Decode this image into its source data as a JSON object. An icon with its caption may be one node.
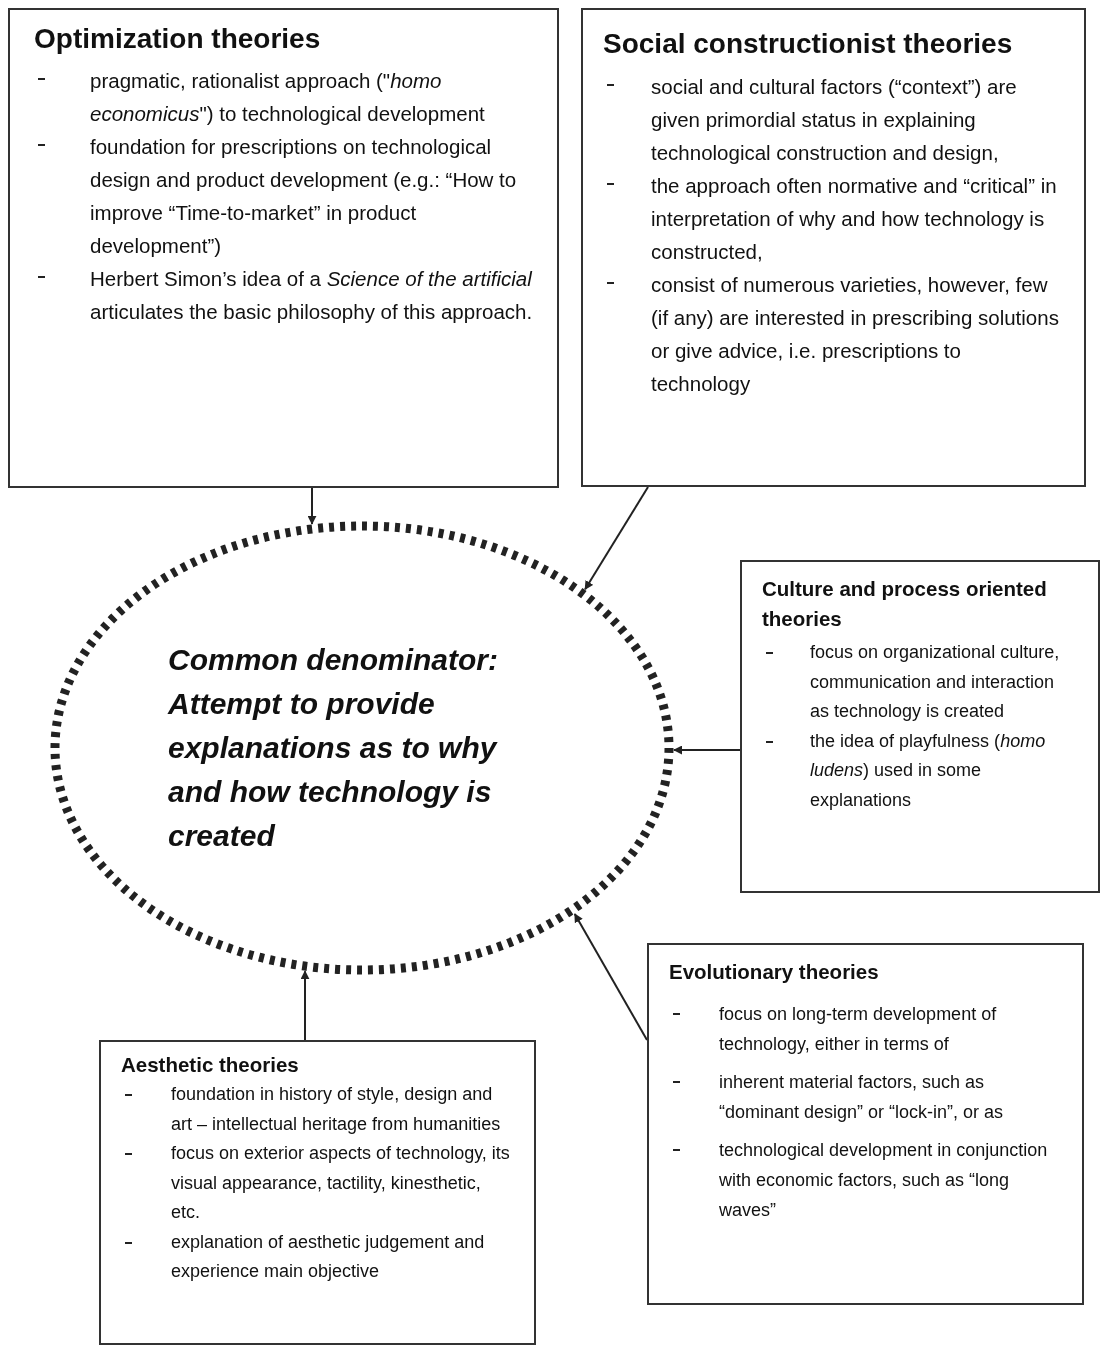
{
  "diagram": {
    "nodes": [
      {
        "text": [
          "Optimization theories",
          "pragmatic, rationalist approach (\"*homo economicus*\") to technological development",
          "foundation for prescriptions on technological design and product development (e.g.: “How to improve “Time-to-market” in product development”)",
          "Herbert Simon’s idea of a *Science of the artificial* articulates the basic philosophy of this approach."
        ]
      },
      {
        "text": [
          "Social constructionist theories",
          "social and cultural factors (“context”) are given primordial status in explaining technological construction and design,",
          "the approach often normative and “critical” in interpretation of why and how technology is constructed,",
          "consist of numerous varieties, however, few (if any) are interested in prescribing solutions or give advice, i.e. prescriptions to technology"
        ]
      },
      {
        "text": [
          "Common denominator: Attempt to provide explanations as to why and how technology is created"
        ]
      },
      {
        "text": [
          "Culture and process oriented theories",
          "focus on organizational culture, communication and interaction as technology is created",
          "the idea of playfulness (*homo ludens*) used in some explanations"
        ]
      },
      {
        "text": [
          "Evolutionary theories",
          "focus on long-term development of technology, either in terms of",
          "inherent material factors, such as “dominant design” or “lock-in”, or as",
          "technological development in conjunction with economic factors, such as “long waves”"
        ]
      },
      {
        "text": [
          "Aesthetic theories",
          "foundation in history of style, design and art – intellectual heritage from humanities",
          "focus on exterior aspects of technology, its visual appearance, tactility, kinesthetic, etc.",
          "explanation of aesthetic judgement and experience main objective"
        ]
      }
    ],
    "edges": [
      {
        "from": 0,
        "to": 2,
        "arrow": "to"
      },
      {
        "from": 1,
        "to": 2,
        "arrow": "to"
      },
      {
        "from": 3,
        "to": 2,
        "arrow": "to"
      },
      {
        "from": 4,
        "to": 2,
        "arrow": "to"
      },
      {
        "from": 5,
        "to": 2,
        "arrow": "to"
      }
    ]
  }
}
